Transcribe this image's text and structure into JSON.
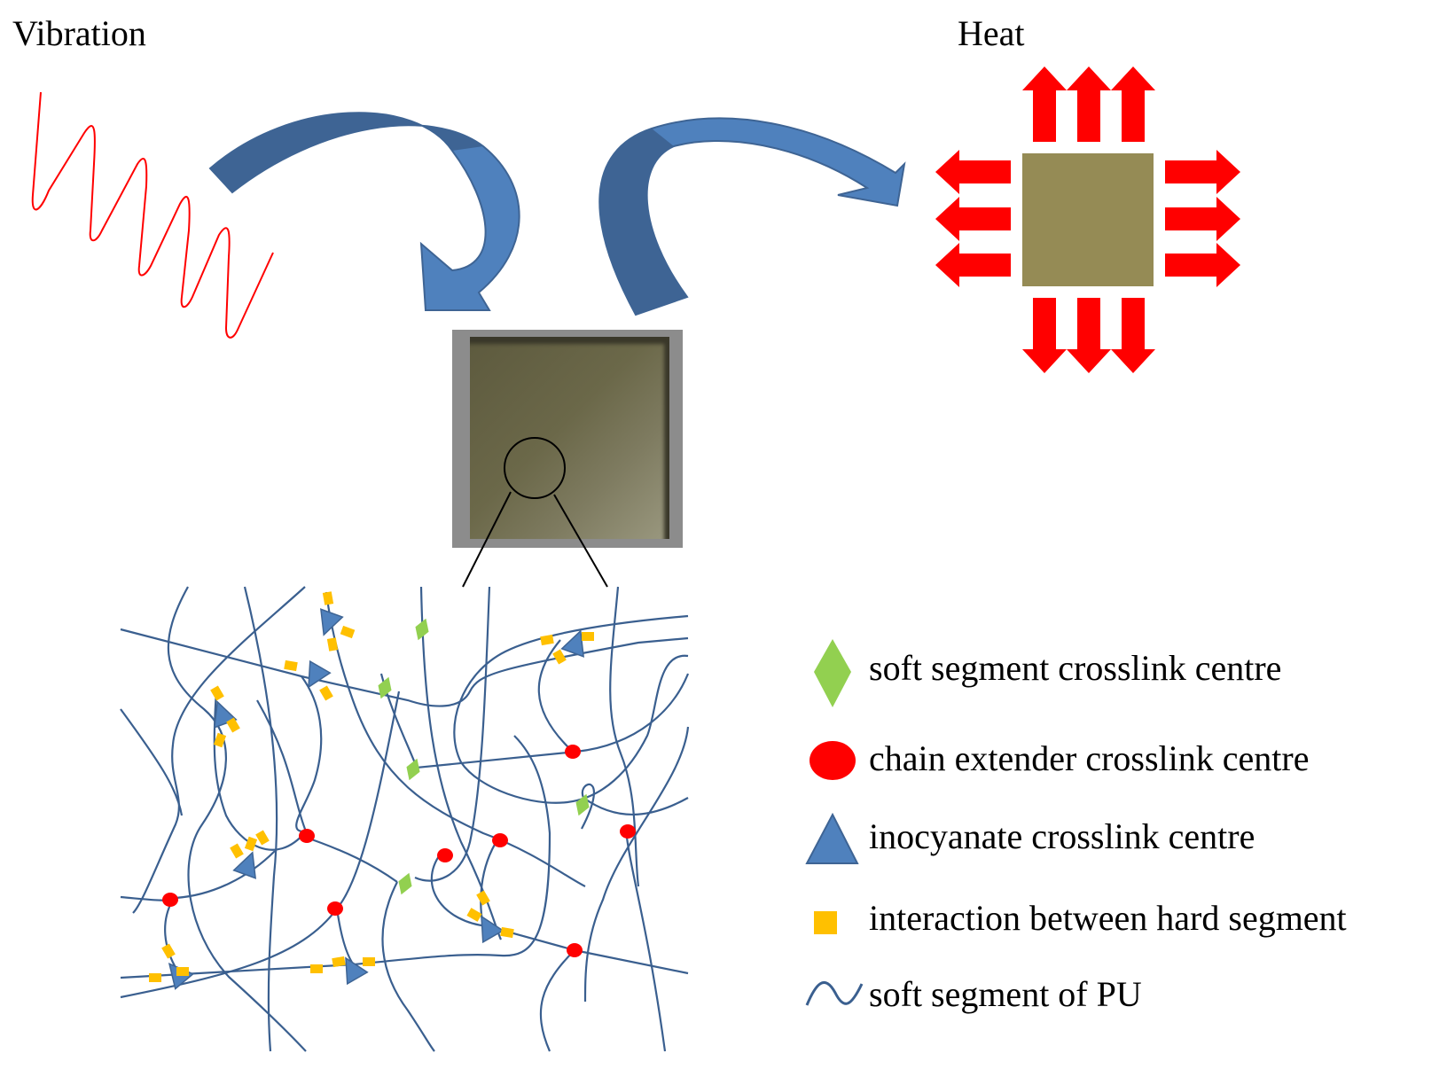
{
  "labels": {
    "vibration": "Vibration",
    "heat": "Heat"
  },
  "legend": {
    "items": [
      {
        "icon": "green-diamond-icon",
        "label": "soft segment crosslink centre",
        "color": "#92D050"
      },
      {
        "icon": "red-circle-icon",
        "label": "chain extender crosslink centre",
        "color": "#FF0000"
      },
      {
        "icon": "blue-triangle-icon",
        "label": "inocyanate crosslink centre",
        "color": "#4F81BD"
      },
      {
        "icon": "yellow-square-icon",
        "label": "interaction between hard segment",
        "color": "#FFC000"
      },
      {
        "icon": "blue-wave-icon",
        "label": "soft segment of PU",
        "color": "#3A5F8F"
      }
    ]
  },
  "colors": {
    "vibration_wave": "#FF0000",
    "curved_arrow_dark": "#3E6494",
    "curved_arrow_light": "#4F81BD",
    "heat_arrows": "#FF0000",
    "heat_block": "#958B55",
    "polymer_chain": "#3A5F8F",
    "zoom_lines": "#000000"
  }
}
